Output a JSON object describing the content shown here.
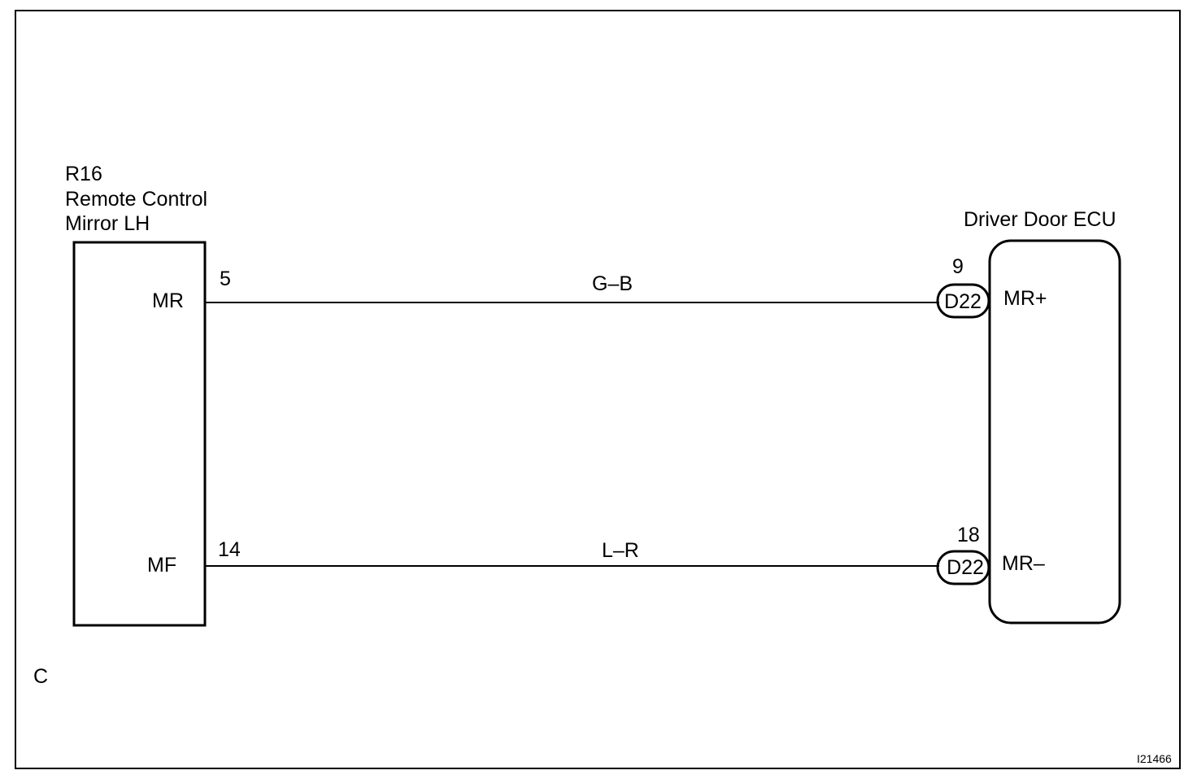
{
  "left_component": {
    "code": "R16",
    "name_line1": "Remote Control",
    "name_line2": "Mirror LH",
    "terminals": [
      {
        "pin": "5",
        "label": "MR"
      },
      {
        "pin": "14",
        "label": "MF"
      }
    ]
  },
  "right_component": {
    "name": "Driver Door ECU",
    "terminals": [
      {
        "pin": "9",
        "connector": "D22",
        "label": "MR+"
      },
      {
        "pin": "18",
        "connector": "D22",
        "label": "MR–"
      }
    ]
  },
  "wires": [
    {
      "color_code": "G–B"
    },
    {
      "color_code": "L–R"
    }
  ],
  "corner_label": "C",
  "figure_id": "I21466"
}
